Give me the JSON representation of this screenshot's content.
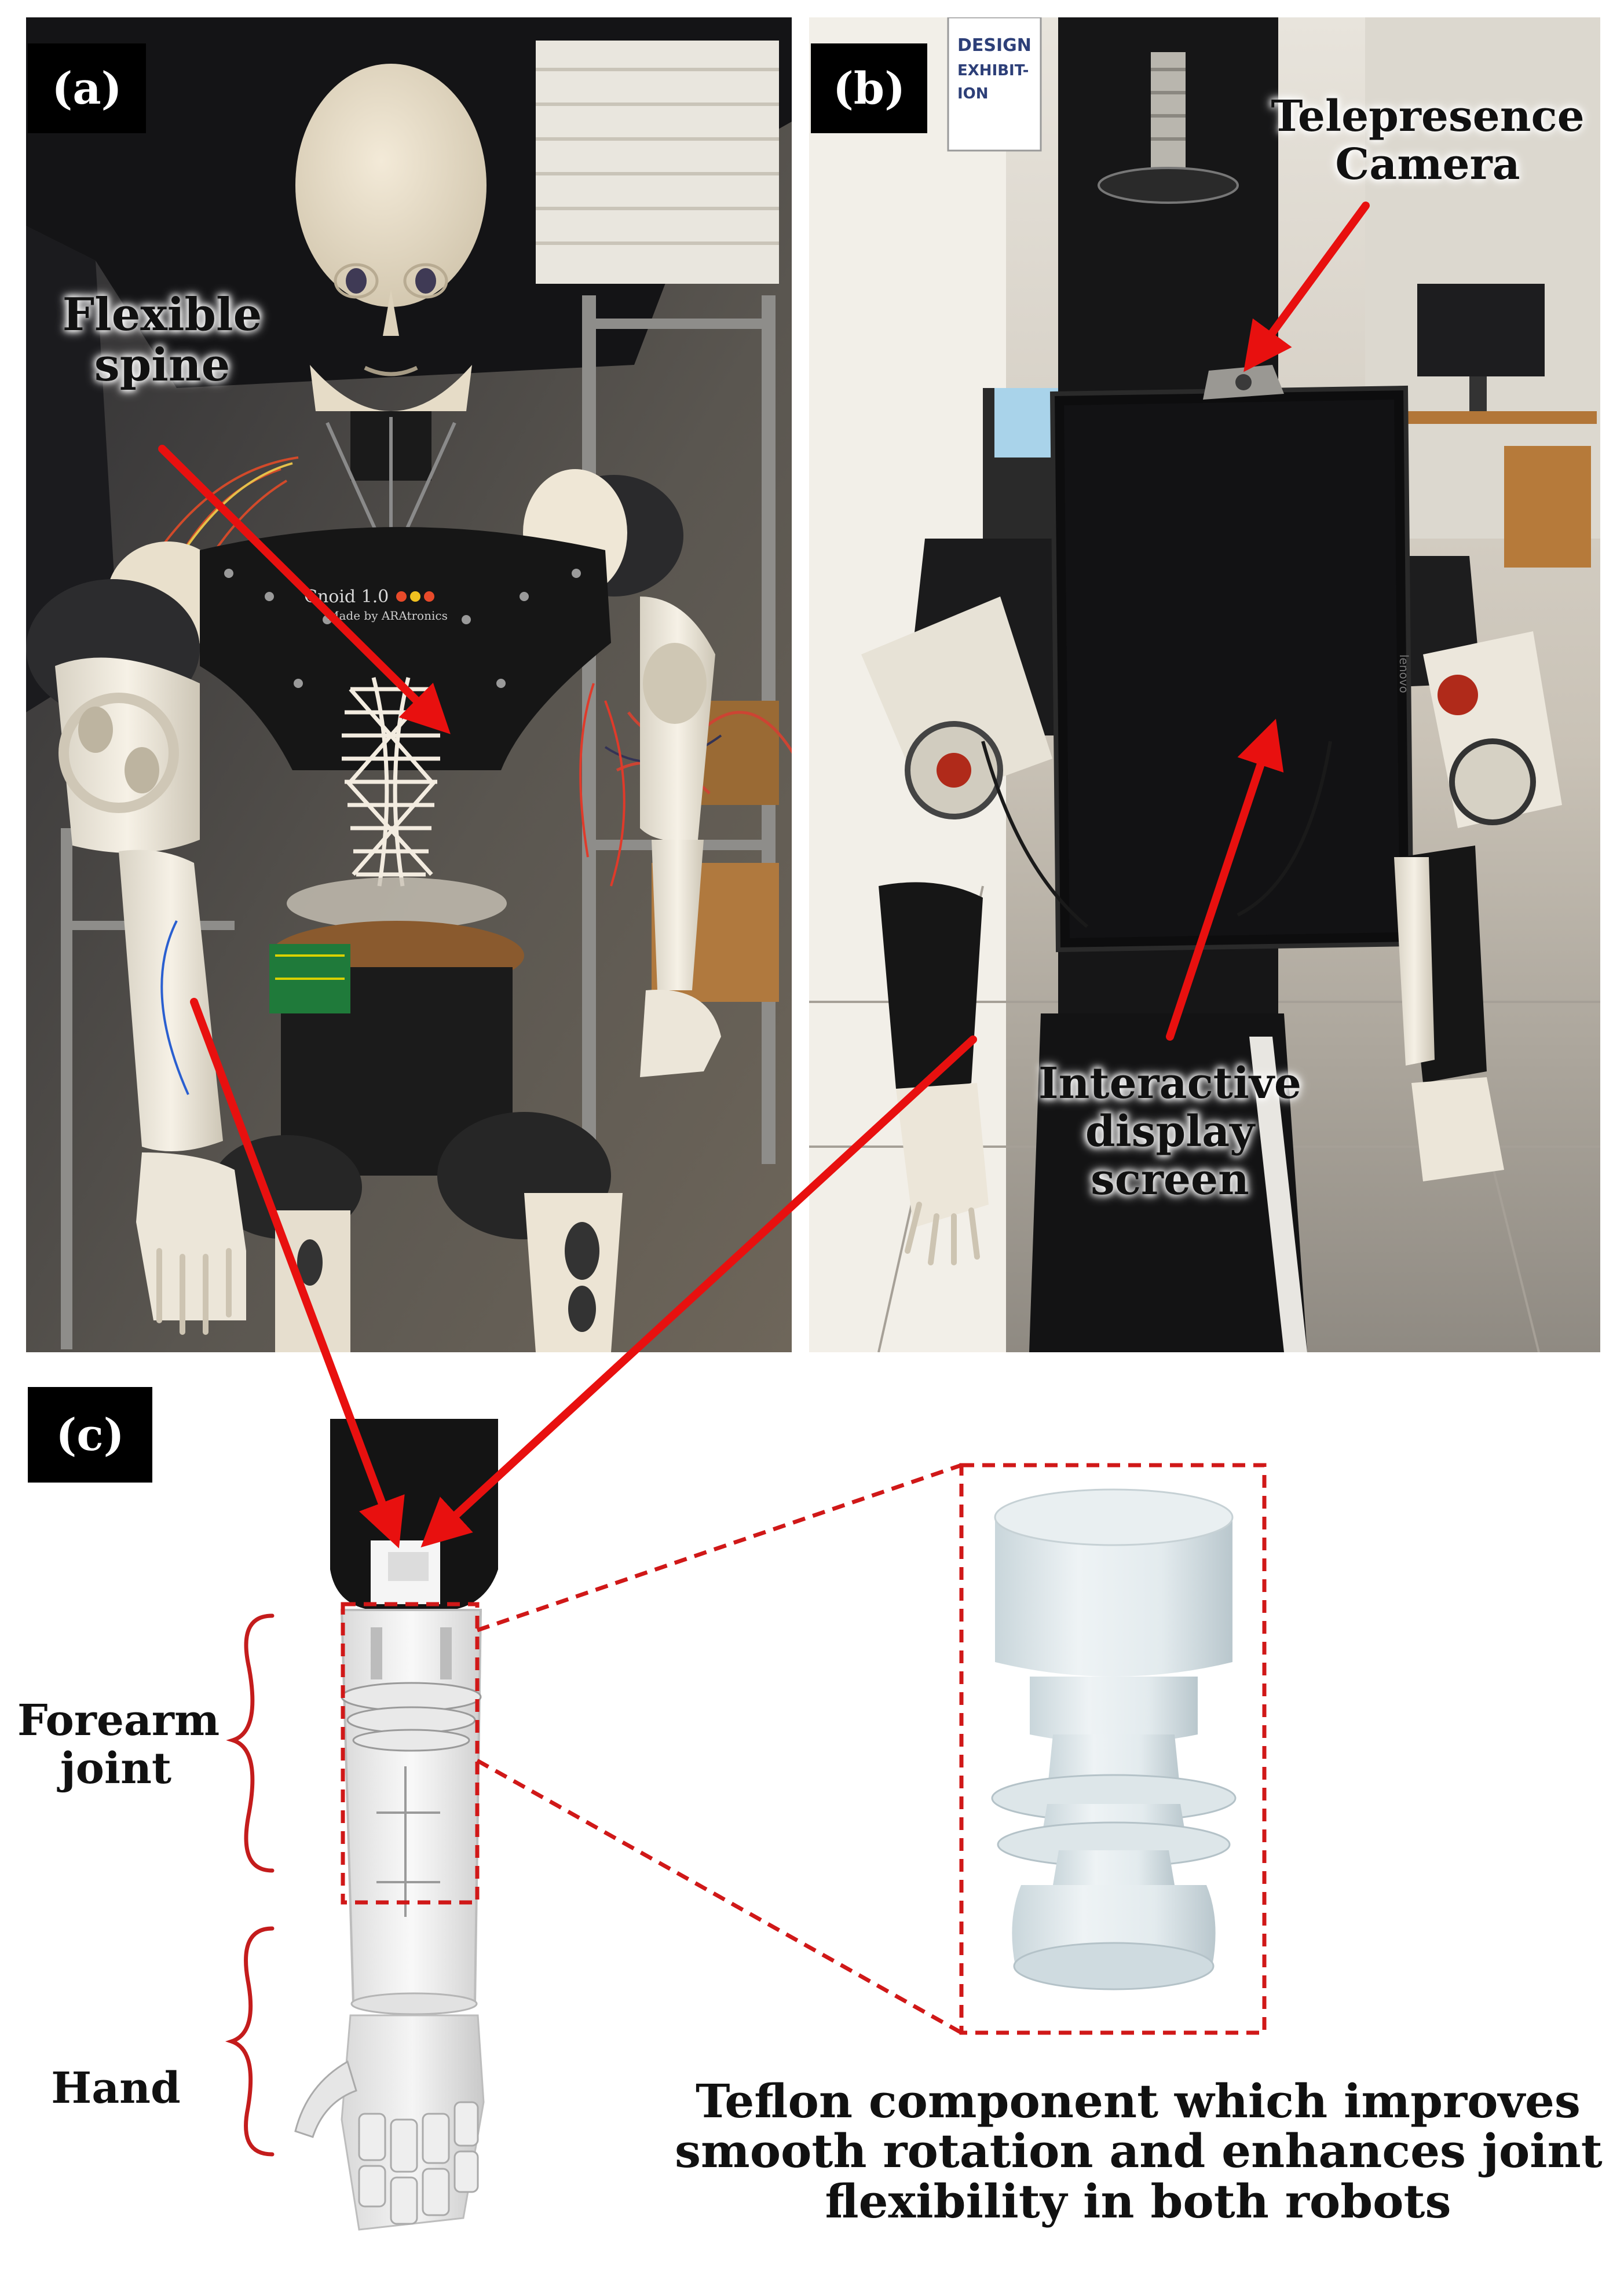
{
  "panels": {
    "a": {
      "tag": "(a)",
      "callout": "Flexible\nspine",
      "chest_plate_text": "Cnoid 1.0",
      "chest_plate_subtext": "Made by ARAtronics"
    },
    "b": {
      "tag": "(b)",
      "callout_camera": "Telepresence\nCamera",
      "callout_screen": "Interactive\ndisplay\nscreen",
      "poster_text": "DESIGN\nEXHIBIT-\nION"
    },
    "c": {
      "tag": "(c)",
      "label_forearm": "Forearm\njoint",
      "label_hand": "Hand",
      "caption": "Teflon component which improves\nsmooth rotation and enhances joint\nflexibility in both robots"
    }
  },
  "colors": {
    "arrow": "#e8100f",
    "dashed_box": "#d01818",
    "brace": "#c41c1c",
    "tag_bg": "#000000"
  }
}
